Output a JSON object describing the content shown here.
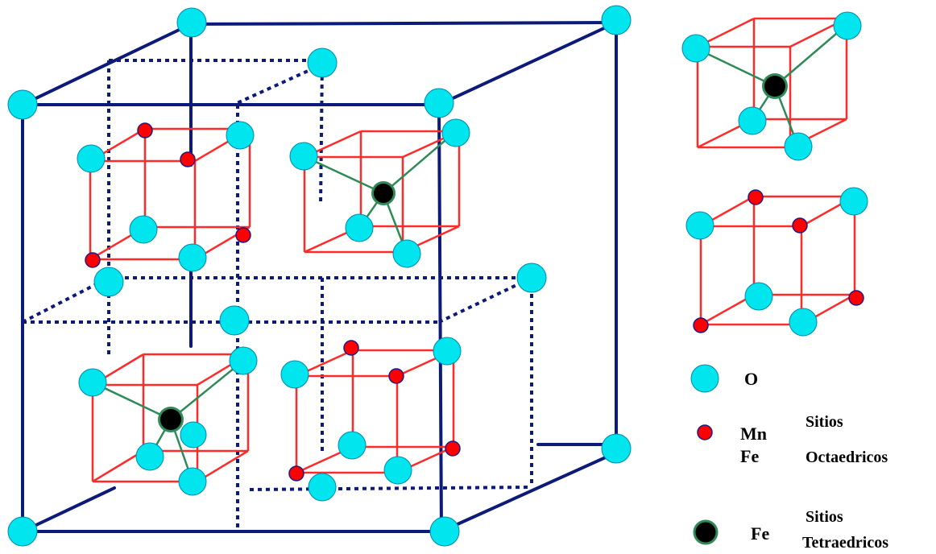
{
  "colors": {
    "cell_edge": "#0c1a7a",
    "cube_edge": "#ff2a2a",
    "bond": "#2e8b57",
    "oxygen": "#00e5ee",
    "oxygen_stroke": "#0088aa",
    "octahedral": "#ff0000",
    "octahedral_stroke": "#1a1a8a",
    "tetrahedral": "#000000",
    "tetrahedral_ring": "#2e8b57"
  },
  "legend": {
    "oxygen_label": "O",
    "octa_element_1": "Mn",
    "octa_element_2": "Fe",
    "octa_site_line1": "Sitios",
    "octa_site_line2": "Octaedricos",
    "tetra_element": "Fe",
    "tetra_site_line1": "Sitios",
    "tetra_site_line2": "Tetraedricos"
  }
}
